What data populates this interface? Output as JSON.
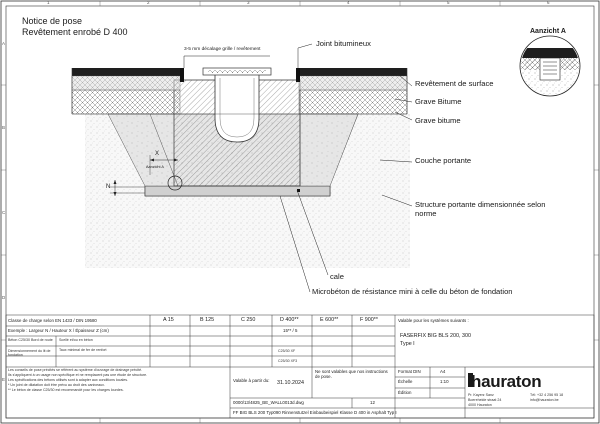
{
  "title": {
    "line1": "Notice de pose",
    "line2": "Revêtement enrobé D 400"
  },
  "ruler": {
    "top": [
      "1",
      "2",
      "3",
      "4",
      "5",
      "6"
    ],
    "side": [
      "A",
      "B",
      "C",
      "D",
      "E"
    ]
  },
  "view": {
    "label": "Aanzicht A"
  },
  "callouts": {
    "joint_gap": "3-5 mm décalage grille / revêtement",
    "joint_bitumineux": "Joint bitumineux",
    "revetement": "Revêtement de surface",
    "grave_bitume_1": "Grave Bitume",
    "grave_bitume_2": "Grave bitume",
    "couche_portante": "Couche portante",
    "structure_portante": "Structure portante dimensionnée selon norme",
    "cale": "cale",
    "microbeton": "Microbéton de résistance mini à celle du béton de fondation"
  },
  "dims": {
    "x": "X",
    "n": "N",
    "aanzicht_a": "Aanzicht A"
  },
  "titleblock": {
    "load_classes": [
      "A 15",
      "B 125",
      "C 250",
      "D 400**",
      "E 600**",
      "F 900**"
    ],
    "applicable_label": "Valable pour les systèmes suivants :",
    "system_name": "FASERFIX BIG BLS 200, 300",
    "system_type": "Type I",
    "row1_left": "Classe de charge selon EN 1433 / DIN 19580",
    "row2_left": "Exemple : Largeur N / Hauteur X / Épaisseur Z (cm)",
    "row2_d400": "15** / 5",
    "row3_note_a": "Béton C25/30",
    "row3_note_b": "Bord de route",
    "row3_desc": "Scellé et/ou en béton",
    "row4_note": "Dimensionnement du lit de fondation",
    "row4_desc": "Taux minimal de fer de renfort",
    "row4_d400": "C25/30 XF",
    "row5_d400": "C25/30 XF3",
    "notes": [
      "Les conseils de pose précités se réfèrent au système d'ouvrage de drainage précité.",
      "Ils s'appliquent à un usage non spécifique et ne remplacent pas une étude de structure.",
      "Les spécifications des bétons utilisés sont à adapter aux conditions locales.",
      "* Un joint de dilatation doit être prévu au droit des caniveaux.",
      "** Le béton de classe C25/30 est recommandé pour les charges lourdes."
    ],
    "valid_from_label": "Valable à partir du:",
    "valid_from_date": "31.10.2024",
    "instructions_note": "Ne sont valables que nos instructions de pose.",
    "file_name": "0000/13/4825_BE_WALL0013d.dwg",
    "sheet_no": "12",
    "bottom_caption": "FF BIG BLS 200 Typ090 Rinnenstutzel Einbaubeispiel Klasse D 400 in Asphalt Typ I",
    "format_label": "Format DIN",
    "format_value": "A4",
    "scale_label": "Échelle",
    "scale_value": "1:10",
    "edition_label": "Édition",
    "edition_value": "",
    "company": "hauraton",
    "address_line1": "Pr. Kayerz Sanz",
    "address_line2": "Boereheide straat 24",
    "address_line3": "4000 Hauraton",
    "tel": "Tél: +32 4 256 95 18",
    "email": "info@hauraton.be"
  }
}
